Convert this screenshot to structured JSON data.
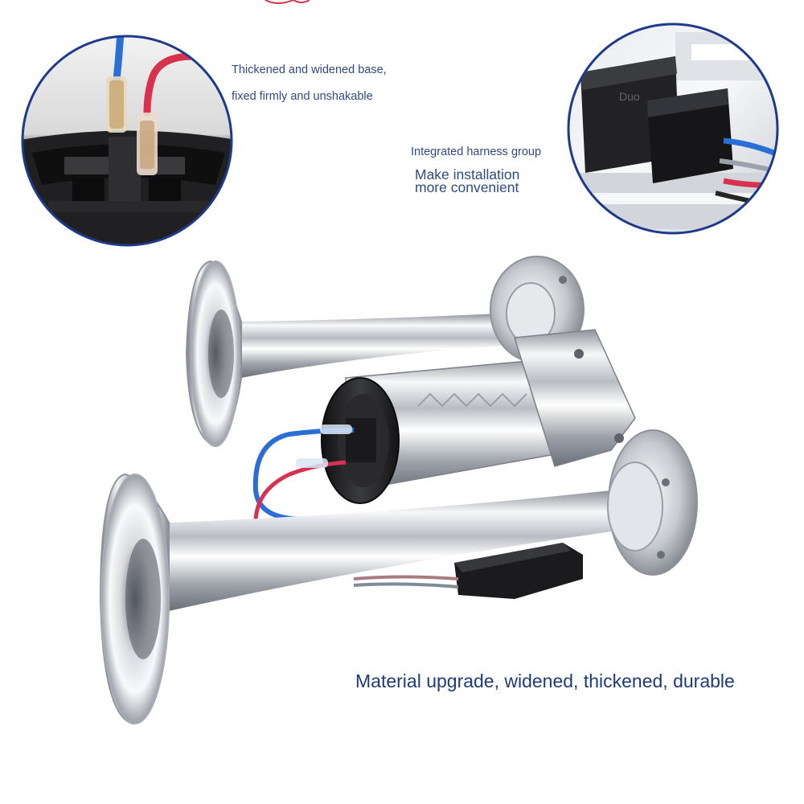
{
  "captions": {
    "base_line1": "Thickened and widened base,",
    "base_line2": "fixed firmly and unshakable",
    "harness_title": "Integrated harness group",
    "harness_line1": "Make installation",
    "harness_line2": "more convenient",
    "material": "Material upgrade, widened, thickened, durable"
  },
  "relay_mark": "Duo",
  "colors": {
    "caption_text": "#2f4a86",
    "inset_ring": "#1f3a8a",
    "wire_blue": "#2a6fd6",
    "wire_red": "#d8314f",
    "chrome_light": "#f4f5f7",
    "chrome_dark": "#7c8088",
    "plastic_black": "#1c1c1e"
  }
}
